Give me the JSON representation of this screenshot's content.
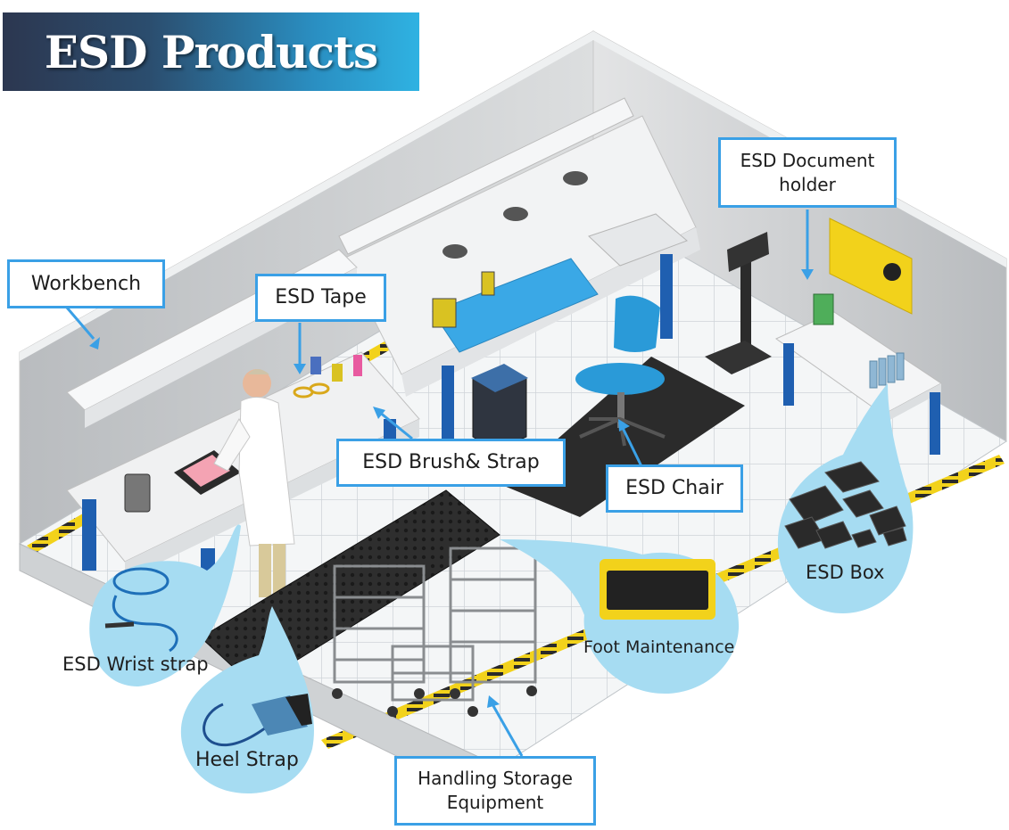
{
  "title": "ESD Products",
  "labels": {
    "workbench": "Workbench",
    "esd_tape": "ESD Tape",
    "esd_document_holder_line1": "ESD Document",
    "esd_document_holder_line2": "holder",
    "esd_brush_strap": "ESD Brush& Strap",
    "esd_chair": "ESD Chair",
    "esd_box": "ESD Box",
    "foot_maintenance": "Foot Maintenance",
    "esd_wrist_strap": "ESD Wrist strap",
    "heel_strap": "Heel Strap",
    "handling_storage_line1": "Handling Storage",
    "handling_storage_line2": "Equipment"
  },
  "colors": {
    "label_border": "#3aa0e6",
    "bubble_fill": "#a6dcf2",
    "wall": "#d4d6d8",
    "floor": "#f2f4f5",
    "bench_frame": "#1f5fb0",
    "mat": "#2b2b2b",
    "esd_mat_blue": "#3aa8e6",
    "hazard_yellow": "#f2d21b"
  },
  "icons": [
    "arrow-icon",
    "wrist-strap-icon",
    "heel-strap-icon",
    "storage-bin-icon",
    "floor-mat-icon",
    "esd-warning-sign-icon"
  ]
}
